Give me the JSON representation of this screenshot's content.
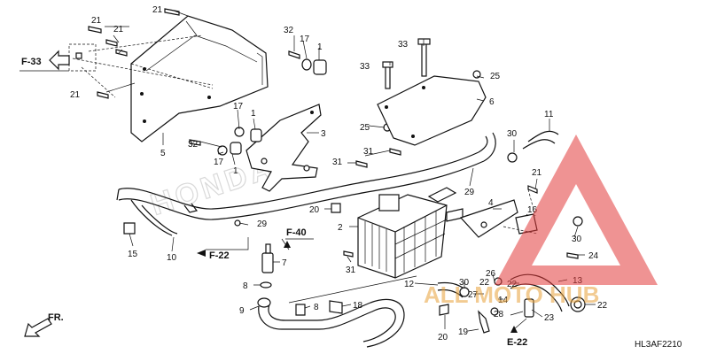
{
  "refs": {
    "f33": "F-33",
    "f40": "F-40",
    "f22a": "F-22",
    "e22": "E-22",
    "fr": "FR."
  },
  "diagram_code": "HL3AF2210",
  "watermark": {
    "brand": "ALL MOTO HUB",
    "color": "#e23b3b"
  },
  "faint_logo": "HONDA",
  "callouts": [
    "21",
    "21",
    "21",
    "21",
    "32",
    "17",
    "1",
    "33",
    "33",
    "25",
    "25",
    "6",
    "5",
    "17",
    "1",
    "32",
    "17",
    "1",
    "3",
    "31",
    "31",
    "20",
    "2",
    "31",
    "11",
    "30",
    "21",
    "29",
    "4",
    "16",
    "30",
    "24",
    "29",
    "15",
    "10",
    "7",
    "8",
    "9",
    "8",
    "18",
    "12",
    "30",
    "26",
    "22",
    "27",
    "14",
    "13",
    "22",
    "28",
    "23",
    "20",
    "19",
    "22"
  ]
}
